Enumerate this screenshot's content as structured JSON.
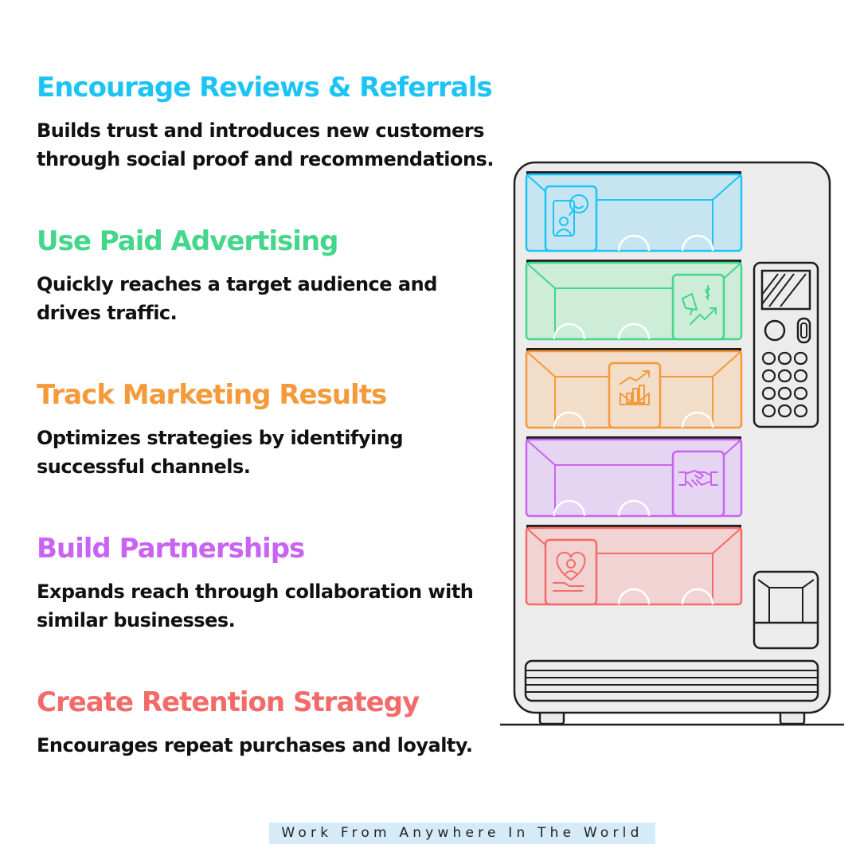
{
  "items": [
    {
      "title": "Encourage Reviews & Referrals",
      "description": "Builds trust and introduces new customers\nthrough social proof and recommendations.",
      "color": "#1cc4f6",
      "fill": "#c6e5f1",
      "icon": "review-chat-icon"
    },
    {
      "title": "Use Paid Advertising",
      "description": "Quickly reaches a target audience and\ndrives traffic.",
      "color": "#44d68a",
      "fill": "#cdedd9",
      "icon": "megaphone-dollar-icon"
    },
    {
      "title": "Track Marketing Results",
      "description": "Optimizes strategies by identifying\nsuccessful channels.",
      "color": "#f59a3a",
      "fill": "#f2ddc8",
      "icon": "growth-chart-icon"
    },
    {
      "title": "Build Partnerships",
      "description": "Expands reach through collaboration with\nsimilar businesses.",
      "color": "#c964f2",
      "fill": "#e5d5f2",
      "icon": "handshake-icon"
    },
    {
      "title": "Create Retention Strategy",
      "description": "Encourages repeat purchases and loyalty.",
      "color": "#f36b68",
      "fill": "#f0d3d2",
      "icon": "heart-hand-icon"
    }
  ],
  "footer": {
    "text": "Work From Anywhere In The World"
  },
  "machine": {
    "body_fill": "#ececec",
    "stroke": "#1f1f1f"
  }
}
